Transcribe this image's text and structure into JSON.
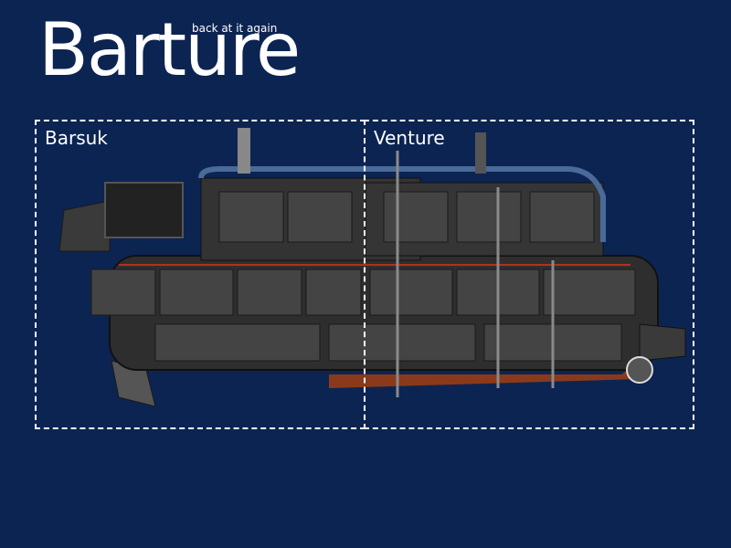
{
  "header": {
    "title": "Barture",
    "subtitle": "back at it again"
  },
  "regions": [
    {
      "label": "Barsuk"
    },
    {
      "label": "Venture"
    }
  ],
  "colors": {
    "background": "#0c2452",
    "text": "#ffffff",
    "hull": "#2a2a2a",
    "hull_accent": "#8a3a1a"
  }
}
